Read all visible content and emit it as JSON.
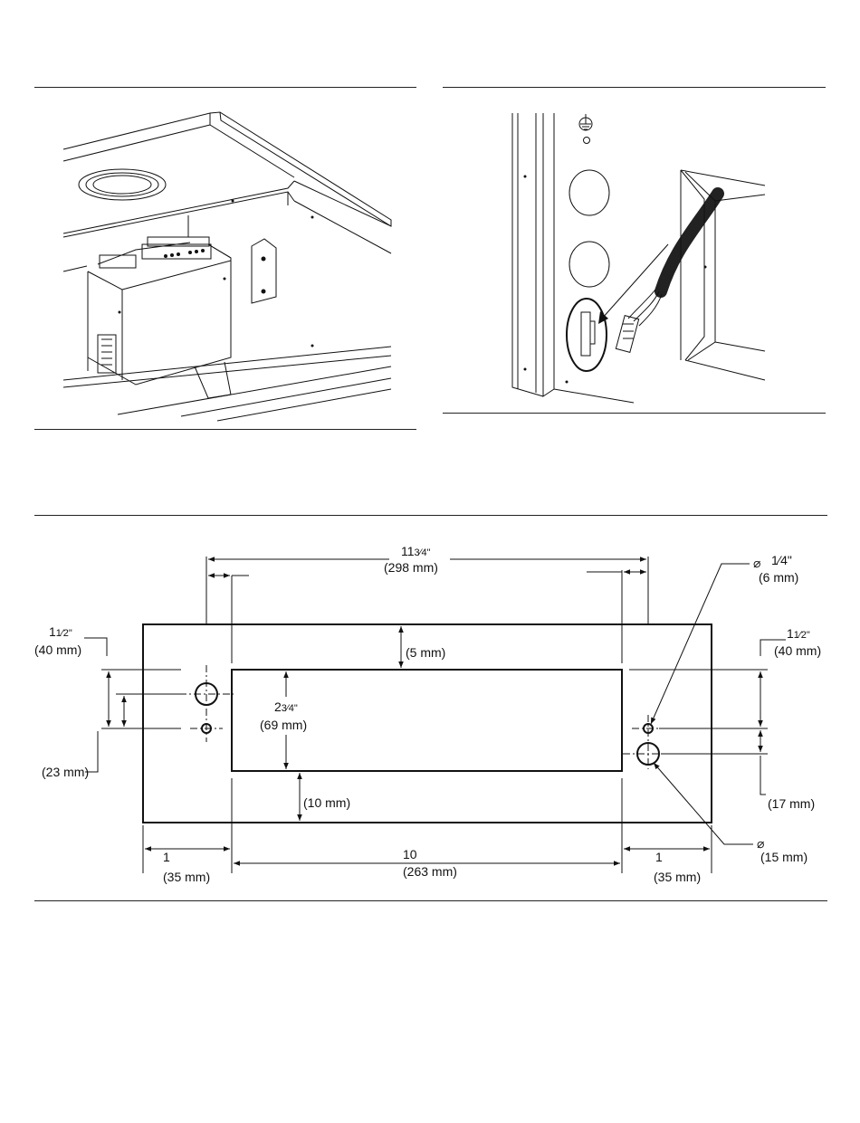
{
  "figure": {
    "top_width": {
      "whole": "11",
      "frac": "3⁄4\"",
      "mm": "(298 mm)"
    },
    "left_offset": {
      "whole": "1",
      "frac": "1⁄2\"",
      "mm": "(40 mm)"
    },
    "right_offset": {
      "whole": "1",
      "frac": "1⁄2\"",
      "mm": "(40 mm)"
    },
    "top_gap": {
      "mm": "(5 mm)"
    },
    "cutout_height": {
      "whole": "2",
      "frac": "3⁄4\"",
      "mm": "(69 mm)"
    },
    "left_small": {
      "mm": "(23 mm)"
    },
    "bottom_gap": {
      "mm": "(10 mm)"
    },
    "right_small": {
      "mm": "(17 mm)"
    },
    "small_hole": {
      "symbol": "⌀",
      "frac": "1⁄4\"",
      "mm": "(6 mm)"
    },
    "large_hole": {
      "symbol": "⌀",
      "mm": "(15 mm)"
    },
    "bottom_left": {
      "whole": "1",
      "mm": "(35 mm)"
    },
    "bottom_center": {
      "whole": "10",
      "mm": "(263 mm)"
    },
    "bottom_right": {
      "whole": "1",
      "mm": "(35 mm)"
    }
  }
}
